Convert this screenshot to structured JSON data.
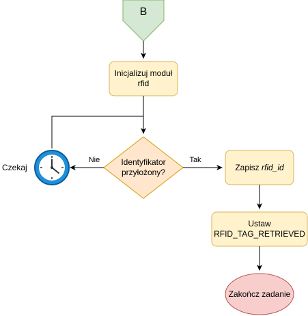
{
  "colors": {
    "start_fill": "#d5e8d4",
    "start_stroke": "#82b366",
    "process_fill": "#fff2cc",
    "process_stroke": "#d6b656",
    "decision_fill": "#ffe6cc",
    "decision_stroke": "#d79b00",
    "end_fill": "#f8cecc",
    "end_stroke": "#b85450",
    "line": "#000000",
    "clock_face": "#1e90d8",
    "clock_ring": "#0a5c9a",
    "clock_inner": "#ffffff",
    "clock_hands": "#333333"
  },
  "nodes": {
    "start": {
      "label": "B"
    },
    "init": {
      "label_line1": "Inicjalizuj moduł",
      "label_line2": "rfid"
    },
    "decision": {
      "label_line1": "Identyfikator",
      "label_line2": "przyłożony?"
    },
    "save": {
      "label_prefix": "Zapisz ",
      "label_var": "rfid_id"
    },
    "set": {
      "label_line1": "Ustaw",
      "label_line2": "RFID_TAG_RETRIEVED"
    },
    "end": {
      "label": "Zakończ zadanie"
    },
    "wait": {
      "label": "Czekaj",
      "icon": "clock-icon"
    }
  },
  "edges": {
    "no_label": "Nie",
    "yes_label": "Tak"
  }
}
